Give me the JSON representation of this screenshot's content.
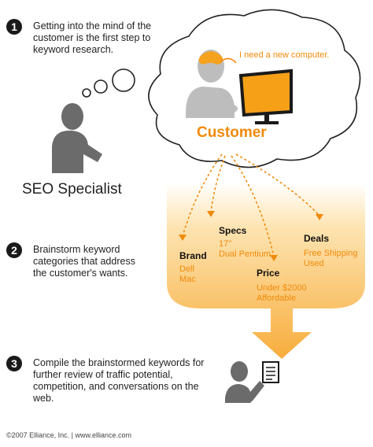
{
  "steps": [
    {
      "num": "1",
      "text": "Getting into the mind of the customer is the first step to keyword research."
    },
    {
      "num": "2",
      "text": "Brainstorm keyword categories that address the customer's wants."
    },
    {
      "num": "3",
      "text": "Compile the brainstormed keywords for further review of traffic potential, competition, and conversations on the web."
    }
  ],
  "customer_label": "Customer",
  "seo_label": "SEO Specialist",
  "speech": "I need a new computer.",
  "categories": {
    "brand": {
      "title": "Brand",
      "items": [
        "Dell",
        "Mac"
      ]
    },
    "specs": {
      "title": "Specs",
      "items": [
        "17\"",
        "Dual Pentium"
      ]
    },
    "price": {
      "title": "Price",
      "items": [
        "Under $2000",
        "Affordable"
      ]
    },
    "deals": {
      "title": "Deals",
      "items": [
        "Free Shipping",
        "Used"
      ]
    }
  },
  "footer": "©2007 Elliance, Inc.  |  www.elliance.com",
  "colors": {
    "accent": "#f08a0a",
    "figure": "#666666",
    "dark": "#1a1a1a"
  }
}
